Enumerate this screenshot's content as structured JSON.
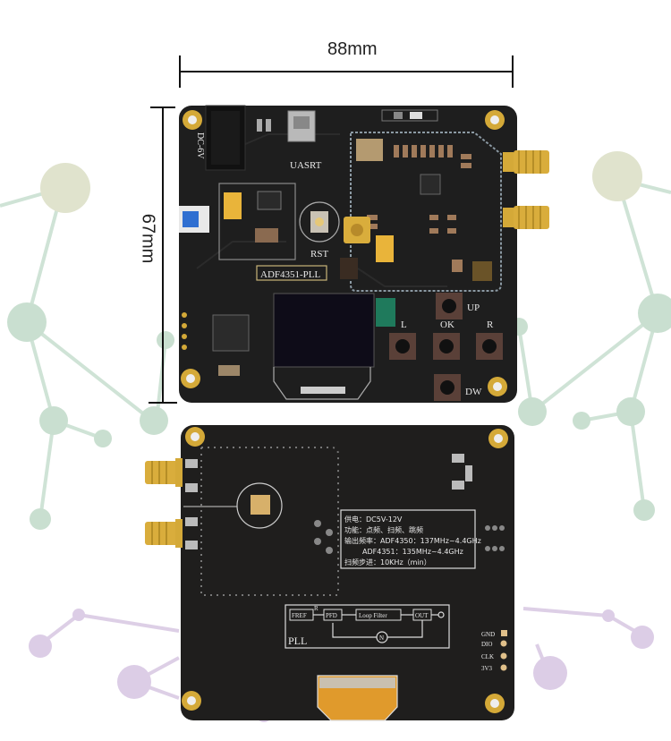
{
  "dimensions": {
    "width_label": "88mm",
    "height_label": "67mm"
  },
  "front_board": {
    "power_label": "DC-6V",
    "usb_label": "UASRT",
    "reset_label": "RST",
    "board_name": "ADF4351-PLL",
    "buttons": [
      {
        "label": "UP"
      },
      {
        "label": "L"
      },
      {
        "label": "OK"
      },
      {
        "label": "R"
      },
      {
        "label": "DW"
      }
    ]
  },
  "back_board": {
    "spec_lines": [
      "供电：DC5V-12V",
      "功能：点频、扫频、跳频",
      "输出频率：ADF4350：137MHz~4.4GHz",
      "ADF4351：135MHz~4.4GHz",
      "扫频步进：10KHz（min）"
    ],
    "pll_diagram": {
      "title": "PLL",
      "blocks": [
        "FREF",
        "PFD",
        "Loop Filter",
        "OUT"
      ],
      "r_label": "R",
      "n_label": "N"
    },
    "pins": [
      "GND",
      "DIO",
      "CLK",
      "3V3"
    ]
  },
  "colors": {
    "pcb": "#1c1c1c",
    "gold": "#d4a938",
    "background_nodes_green": "#c8dfcf",
    "background_nodes_olive": "#dfe2cc",
    "background_nodes_purple": "#dccde6"
  }
}
